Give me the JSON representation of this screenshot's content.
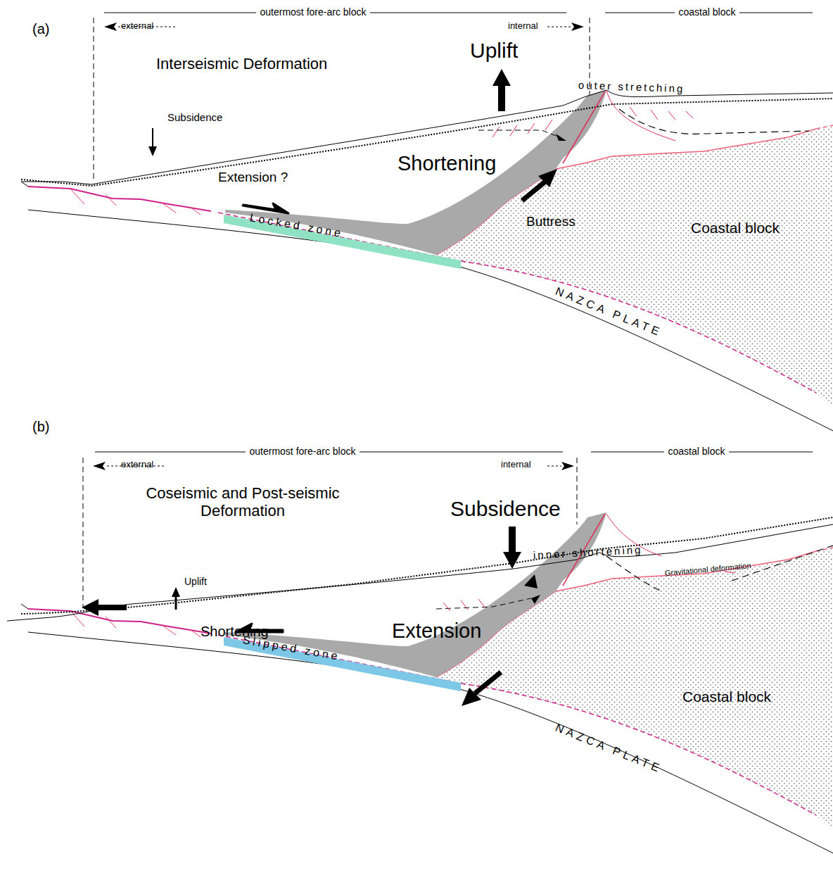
{
  "diagram": {
    "labels": [
      "(a)",
      "outermost fore-arc block",
      "external",
      "internal",
      "coastal block",
      "Interseismic Deformation",
      "Uplift",
      "outer stretching",
      "Subsidence",
      "Extension ?",
      "Shortening",
      "Locked zone",
      "Buttress",
      "Coastal block",
      "NAZCA PLATE",
      "(b)",
      "outermost fore-arc block",
      "external",
      "internal",
      "coastal block",
      "Coseismic and Post-seismic Deformation",
      "Subsidence",
      "inner shortening",
      "Uplift",
      "Gravitational deformation",
      "Shortening",
      "Extension",
      "Slipped zone",
      "Coastal block",
      "NAZCA PLATE"
    ]
  }
}
